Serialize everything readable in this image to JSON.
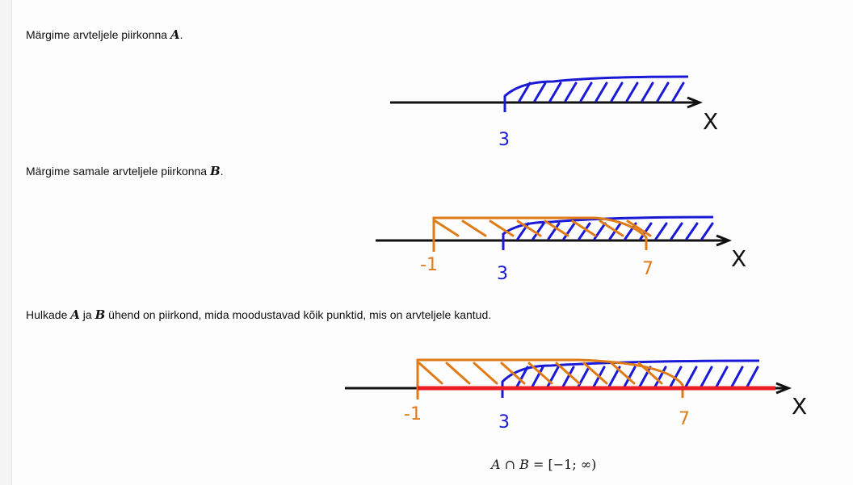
{
  "paragraphs": [
    {
      "before": "Märgime arvteljele piirkonna ",
      "set": "A",
      "after": "."
    },
    {
      "before": "Märgime samale arvteljele piirkonna ",
      "set": "B",
      "after": "."
    },
    {
      "before": "Hulkade ",
      "set": "A",
      "middle": " ja ",
      "set2": "B",
      "after": " ühend on piirkond, mida moodustavad kõik punktid, mis on arvteljele kantud."
    }
  ],
  "figures": {
    "axis_label": "X",
    "fig1": {
      "labels": [
        "3"
      ]
    },
    "fig2": {
      "labels": [
        "-1",
        "3",
        "7"
      ]
    },
    "fig3": {
      "labels": [
        "-1",
        "3",
        "7"
      ]
    }
  },
  "formula": {
    "left": "A",
    "op": " ∩ ",
    "right": "B",
    "eq": " = [−1; ∞)"
  },
  "colors": {
    "set_a": "#1a1ad6",
    "set_b": "#e07b17",
    "union": "#ee1c24",
    "axis": "#111111"
  }
}
